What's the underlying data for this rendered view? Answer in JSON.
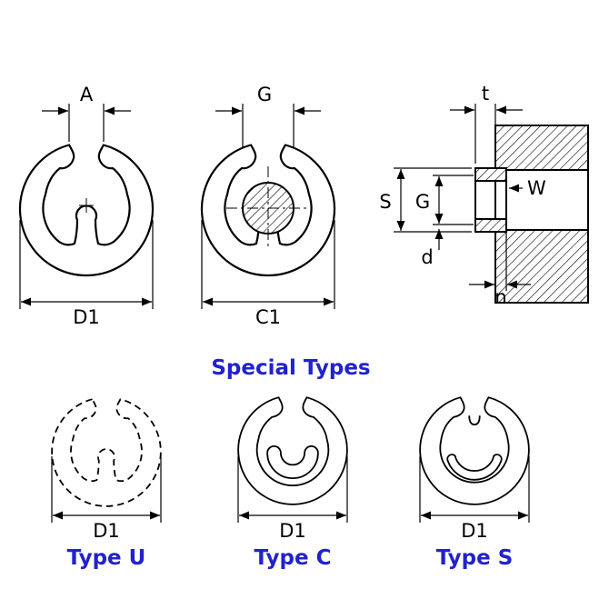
{
  "diagram": {
    "views": {
      "front_plain": {
        "dim_top": "A",
        "dim_bottom": "D1"
      },
      "front_installed": {
        "dim_top": "G",
        "dim_bottom": "C1"
      },
      "section": {
        "dim_thickness": "t",
        "dim_height": "S",
        "dim_groove_diameter": "G",
        "dim_groove_width": "W",
        "dim_groove_depth": "d",
        "dim_end_margin": "n"
      }
    },
    "special": {
      "title": "Special Types",
      "types": [
        {
          "name": "Type U",
          "dim": "D1"
        },
        {
          "name": "Type C",
          "dim": "D1"
        },
        {
          "name": "Type S",
          "dim": "D1"
        }
      ]
    },
    "colors": {
      "label_blue": "#2222cc",
      "line_black": "#000000",
      "background": "#ffffff"
    }
  }
}
